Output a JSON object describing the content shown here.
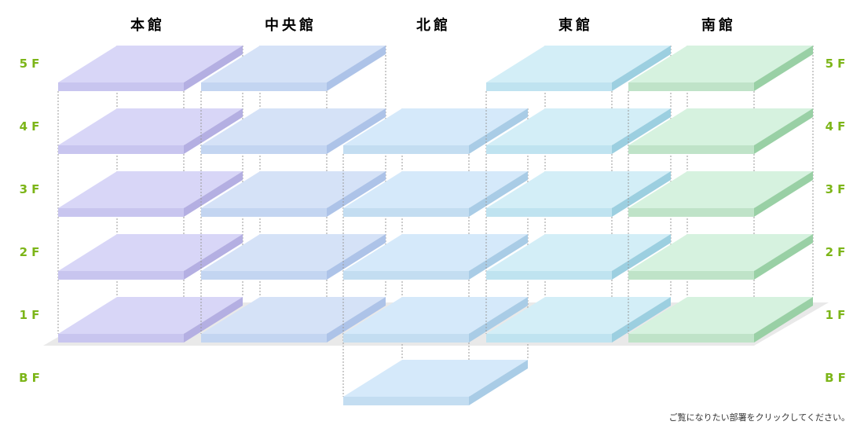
{
  "buildings": [
    {
      "id": "honkan",
      "name": "本館",
      "color": "#8e8ad6",
      "floors": [
        "5F",
        "4F",
        "3F",
        "2F",
        "1F"
      ]
    },
    {
      "id": "chuo",
      "name": "中央館",
      "color": "#6f96d8",
      "floors": [
        "5F",
        "4F",
        "3F",
        "2F",
        "1F"
      ]
    },
    {
      "id": "kita",
      "name": "北館",
      "color": "#5da4d4",
      "floors": [
        "4F",
        "3F",
        "2F",
        "1F",
        "BF"
      ]
    },
    {
      "id": "higashi",
      "name": "東館",
      "color": "#55b7cf",
      "floors": [
        "5F",
        "4F",
        "3F",
        "2F",
        "1F"
      ]
    },
    {
      "id": "minami",
      "name": "南館",
      "color": "#66bb6a",
      "floors": [
        "5F",
        "4F",
        "3F",
        "2F",
        "1F"
      ]
    }
  ],
  "floor_labels": [
    "5F",
    "4F",
    "3F",
    "2F",
    "1F",
    "BF"
  ],
  "note": "ご覧になりたい部署をクリックしてください。"
}
